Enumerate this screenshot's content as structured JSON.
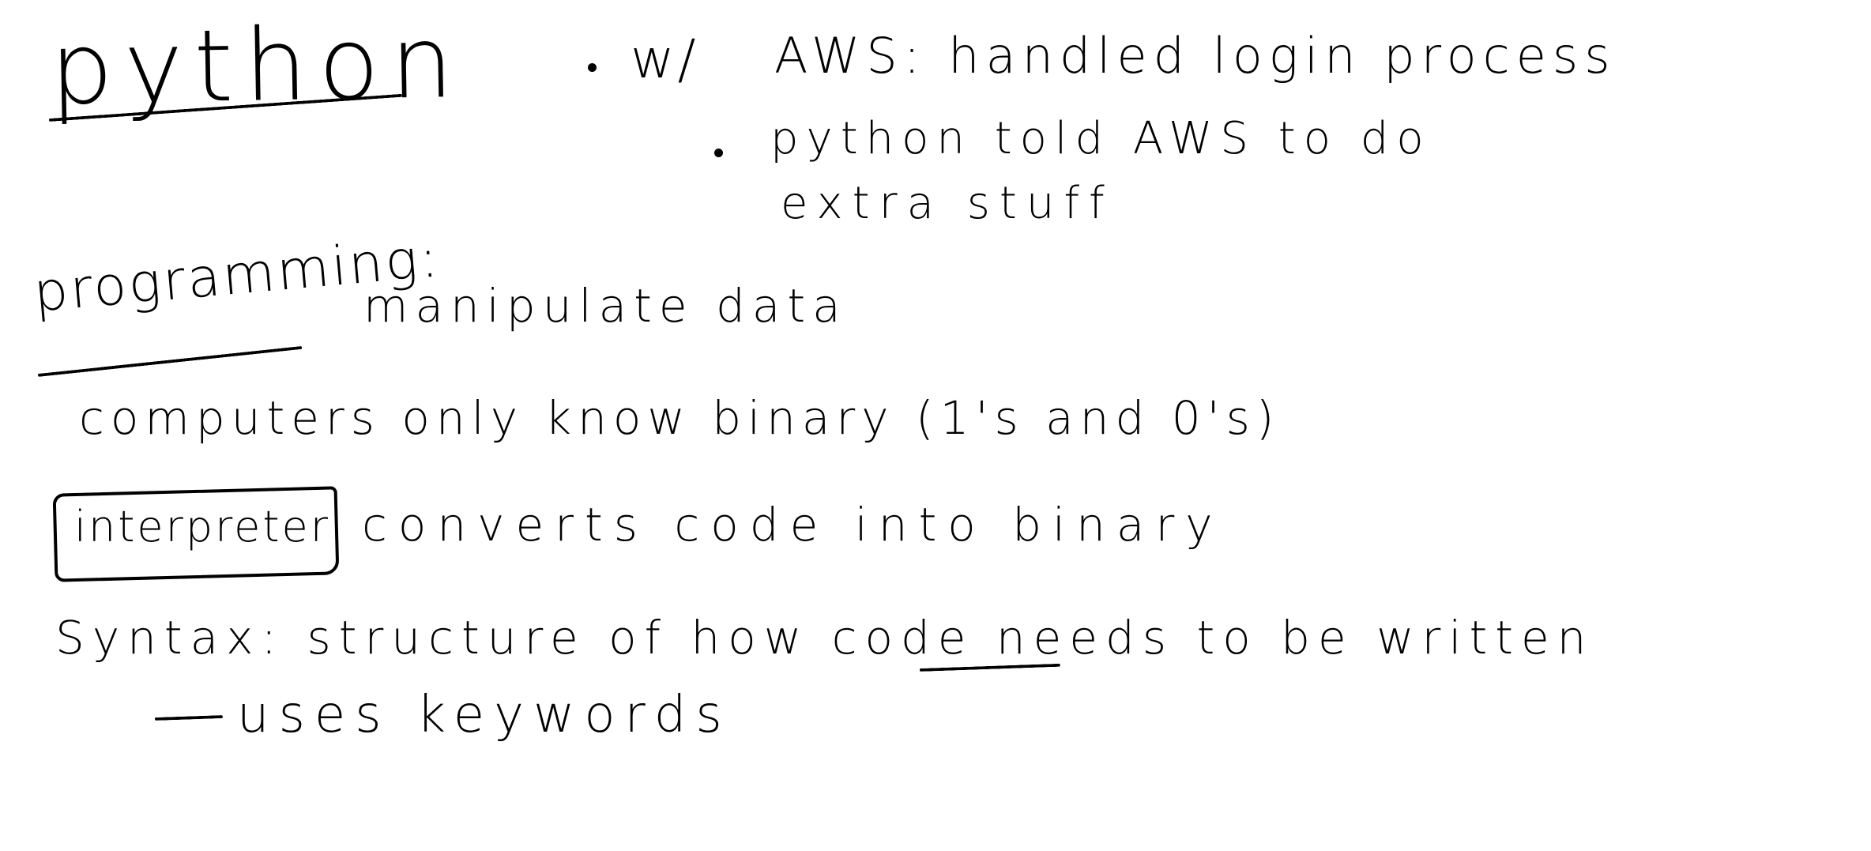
{
  "notes": {
    "title": "python",
    "aws_bullet": {
      "prefix": "w/",
      "text": "AWS: handled login process"
    },
    "python_bullet": {
      "line1": "python told AWS to do",
      "line2": "extra stuff"
    },
    "programming": {
      "term": "programming:",
      "definition": "manipulate data"
    },
    "computers": "computers only know binary (1's and 0's)",
    "interpreter": {
      "term": "interpreter:",
      "definition": "converts code into binary"
    },
    "syntax": {
      "line": "Syntax: structure of how code needs to be written",
      "sub": "uses keywords"
    }
  },
  "marks": {
    "underlined_words": [
      "python",
      "programming:",
      "needs"
    ],
    "boxed_words": [
      "interpreter:"
    ],
    "bullet_points": 2,
    "dash_items": 1
  }
}
